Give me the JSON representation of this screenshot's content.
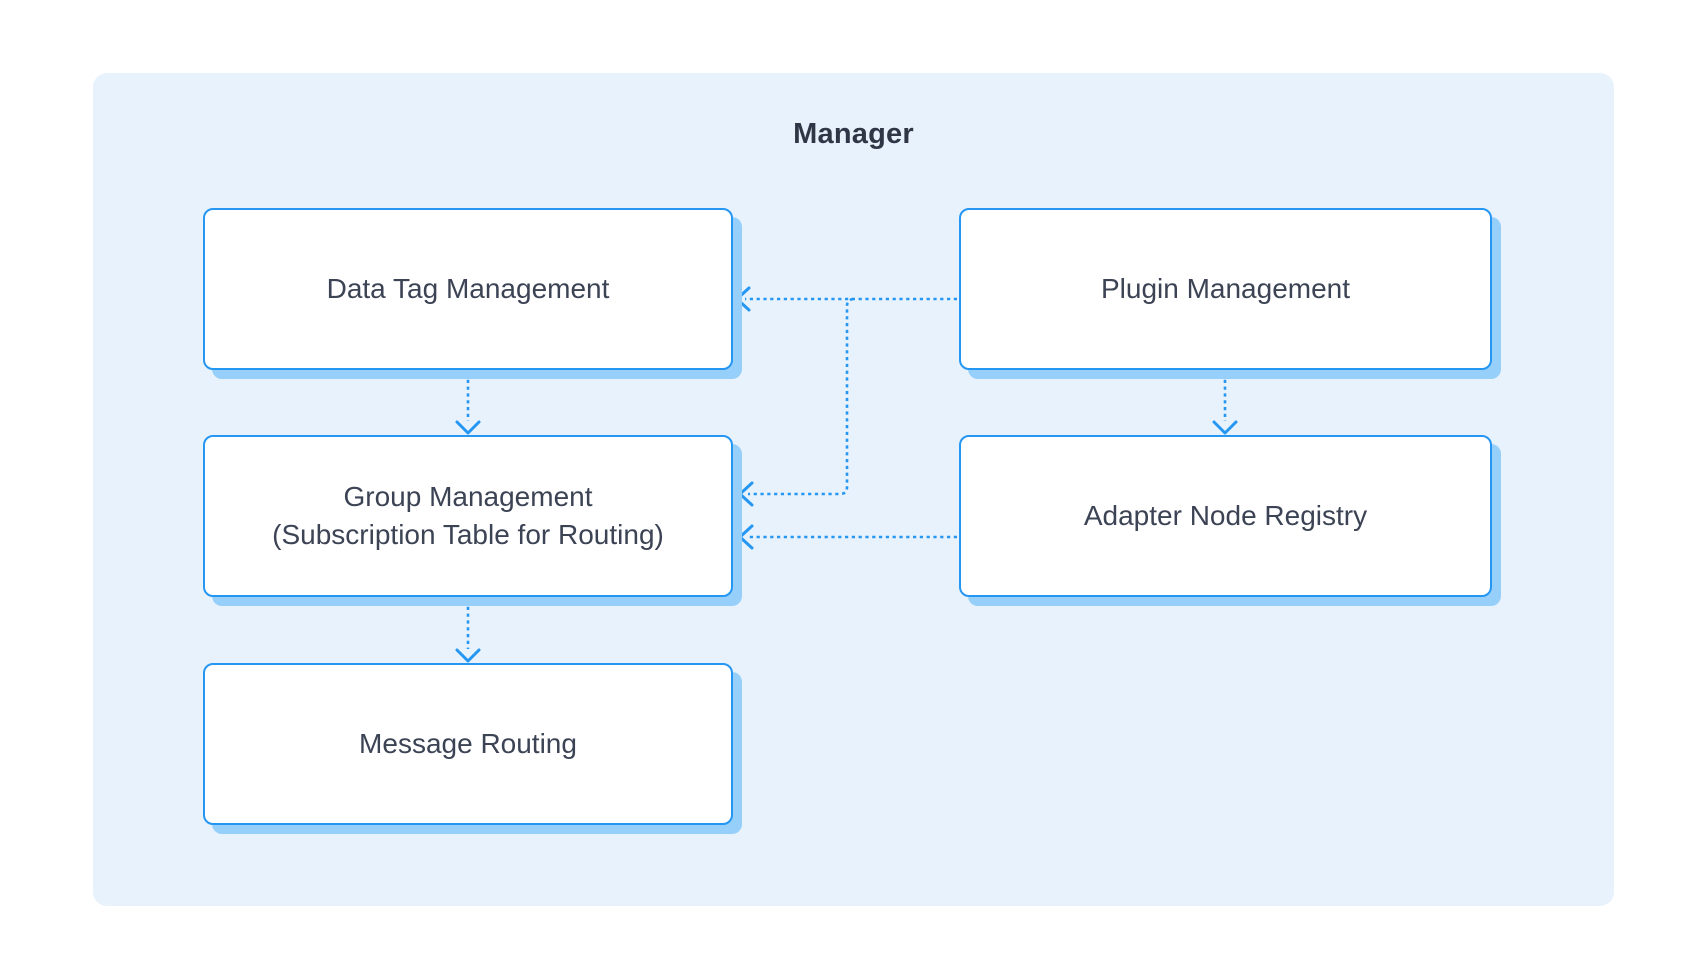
{
  "diagram": {
    "title": "Manager",
    "nodes": {
      "data_tag_management": {
        "label": "Data Tag Management"
      },
      "plugin_management": {
        "label": "Plugin Management"
      },
      "group_management": {
        "label": "Group Management",
        "sublabel": "(Subscription Table for Routing)"
      },
      "adapter_node_registry": {
        "label": "Adapter Node Registry"
      },
      "message_routing": {
        "label": "Message Routing"
      }
    },
    "edges": [
      {
        "from": "Plugin Management",
        "to": "Data Tag Management",
        "style": "dotted-arrow"
      },
      {
        "from": "Plugin Management",
        "to": "Group Management (Subscription Table for Routing)",
        "style": "dotted-arrow"
      },
      {
        "from": "Plugin Management",
        "to": "Adapter Node Registry",
        "style": "dotted-arrow"
      },
      {
        "from": "Data Tag Management",
        "to": "Group Management (Subscription Table for Routing)",
        "style": "dotted-arrow"
      },
      {
        "from": "Adapter Node Registry",
        "to": "Group Management (Subscription Table for Routing)",
        "style": "dotted-arrow"
      },
      {
        "from": "Group Management (Subscription Table for Routing)",
        "to": "Message Routing",
        "style": "dotted-arrow"
      }
    ],
    "colors": {
      "accent": "#2597f3",
      "panel_bg": "#e7f2fc",
      "node_bg": "#ffffff",
      "node_shadow": "#96cffa",
      "node_text": "#3b4354",
      "title_text": "#2f3645"
    }
  }
}
